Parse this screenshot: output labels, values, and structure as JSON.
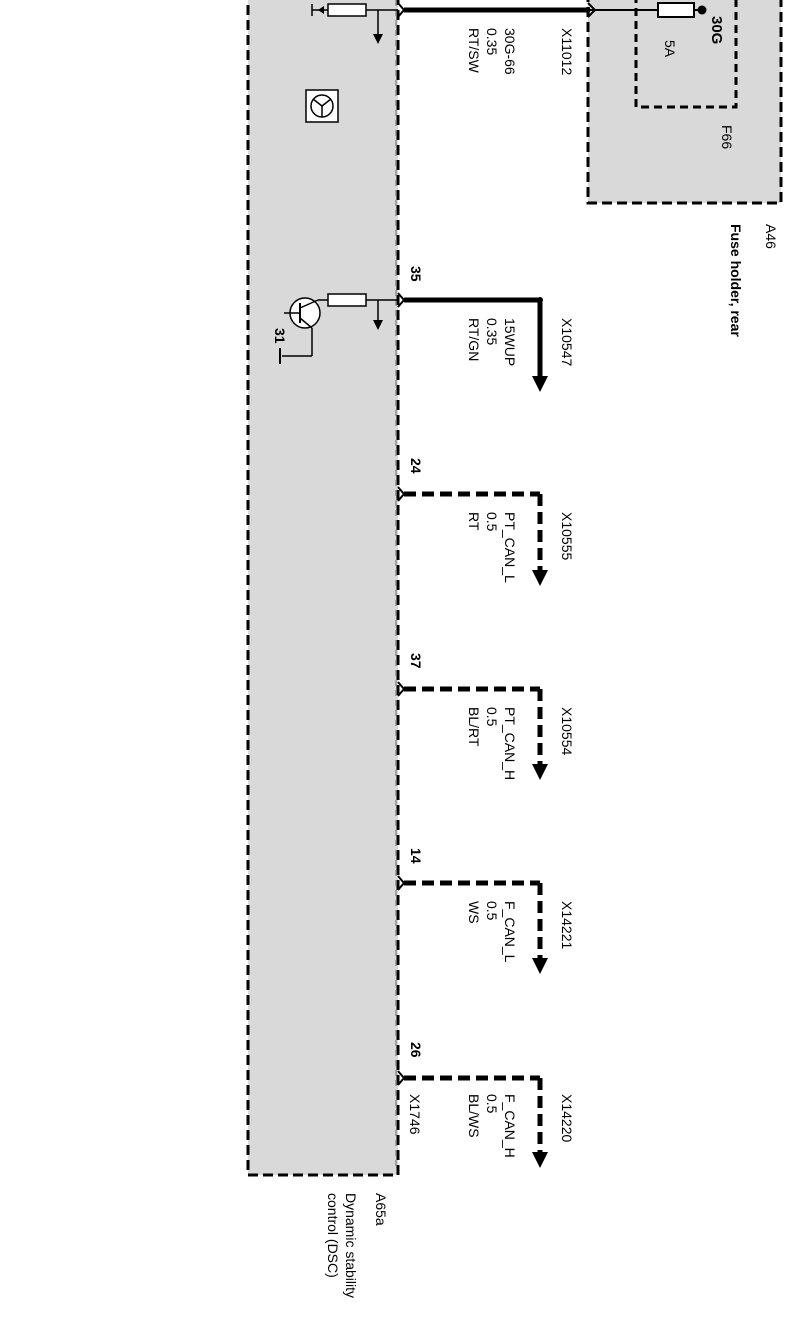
{
  "fuse_holder": {
    "id": "A46",
    "name": "Fuse holder, rear",
    "fuse": {
      "id": "F66",
      "rating": "5A",
      "terminal": "30G"
    }
  },
  "control_unit": {
    "id": "A65a",
    "name_line1": "Dynamic stability",
    "name_line2": "control (DSC)",
    "ground_connector": "X1746",
    "ground_terminal": "31"
  },
  "wires": [
    {
      "pin": "",
      "connector": "X11012",
      "signal": "30G-66",
      "gauge": "0.35",
      "color": "RT/SW"
    },
    {
      "pin": "35",
      "connector": "X10547",
      "signal": "15WUP",
      "gauge": "0.35",
      "color": "RT/GN"
    },
    {
      "pin": "24",
      "connector": "X10555",
      "signal": "PT_CAN_L",
      "gauge": "0.5",
      "color": "RT"
    },
    {
      "pin": "37",
      "connector": "X10554",
      "signal": "PT_CAN_H",
      "gauge": "0.5",
      "color": "BL/RT"
    },
    {
      "pin": "14",
      "connector": "X14221",
      "signal": "F_CAN_L",
      "gauge": "0.5",
      "color": "WS"
    },
    {
      "pin": "26",
      "connector": "X14220",
      "signal": "F_CAN_H",
      "gauge": "0.5",
      "color": "BL/WS"
    }
  ]
}
